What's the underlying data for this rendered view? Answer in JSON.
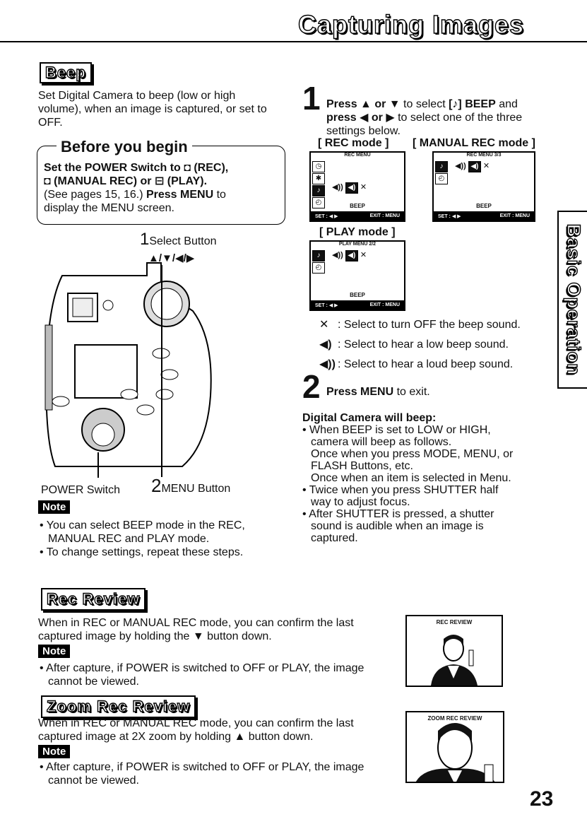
{
  "header": {
    "title": "Capturing Images"
  },
  "side_tab": {
    "label": "Basic Operation"
  },
  "beep": {
    "heading": "Beep",
    "intro": "Set Digital Camera to beep (low or high volume), when an image is captured, or set to OFF.",
    "before": {
      "title": "Before you begin",
      "line1": "Set the POWER Switch to ◘ (REC),",
      "line2": "◘ (MANUAL REC) or ⊟ (PLAY).",
      "line3_a": "(See pages 15, 16.) ",
      "line3_b": "Press MENU",
      "line3_c": " to",
      "line4": "display the MENU screen."
    },
    "callouts": {
      "select_num": "1",
      "select_label": "Select Button",
      "select_arrows": "▲/▼/◀/▶",
      "power_label": "POWER Switch",
      "menu_num": "2",
      "menu_label": "MENU Button"
    },
    "note_label": "Note",
    "notes": [
      "• You can select BEEP mode in the REC, MANUAL REC and PLAY mode.",
      "• To change settings, repeat these steps."
    ],
    "step1": {
      "num": "1",
      "text_a": "Press ▲ or ▼",
      "text_b": " to select ",
      "text_c": "[♪] BEEP",
      "text_d": " and",
      "text_e": "press ◀ or ▶",
      "text_f": " to select one of the three",
      "text_g": "settings below."
    },
    "screens": {
      "rec_label": "[ REC mode ]",
      "manual_label": "[ MANUAL REC mode ]",
      "play_label": "[ PLAY mode ]",
      "rec_title": "REC MENU",
      "manual_title": "REC MENU 3/3",
      "play_title": "PLAY MENU 2/2",
      "beep": "BEEP",
      "set": "SET : ◀ ▶",
      "exit": "EXIT : MENU"
    },
    "options": [
      {
        "icon": "✕",
        "text": ": Select to turn OFF the beep sound."
      },
      {
        "icon": "◀)",
        "text": ": Select to hear a low beep sound."
      },
      {
        "icon": "◀))",
        "text": ": Select to hear a loud beep sound."
      }
    ],
    "step2": {
      "num": "2",
      "text_a": "Press MENU",
      "text_b": " to exit."
    },
    "will_beep": {
      "title": "Digital Camera will beep:",
      "lines": [
        "• When BEEP is set to LOW or HIGH,",
        "camera will beep as follows.",
        "Once when you press MODE, MENU, or",
        "FLASH Buttons, etc.",
        "Once when an item is selected in Menu.",
        "• Twice when you press SHUTTER half",
        "way to adjust focus.",
        "• After SHUTTER is pressed, a shutter",
        "sound is audible when an image is",
        "captured."
      ]
    }
  },
  "rec_review": {
    "heading": "Rec Review",
    "text": "When in REC or MANUAL REC mode, you can confirm the last captured image by holding the ▼ button down.",
    "note_label": "Note",
    "note": "• After capture, if POWER is switched to OFF or PLAY, the image cannot be viewed.",
    "screen_label": "REC REVIEW"
  },
  "zoom_review": {
    "heading": "Zoom Rec Review",
    "text": "When in REC or MANUAL REC mode, you can confirm the last captured image at 2X zoom by holding ▲ button down.",
    "note_label": "Note",
    "note": "• After capture, if POWER is switched to OFF or PLAY, the image cannot be viewed.",
    "screen_label": "ZOOM REC REVIEW"
  },
  "page_number": "23"
}
